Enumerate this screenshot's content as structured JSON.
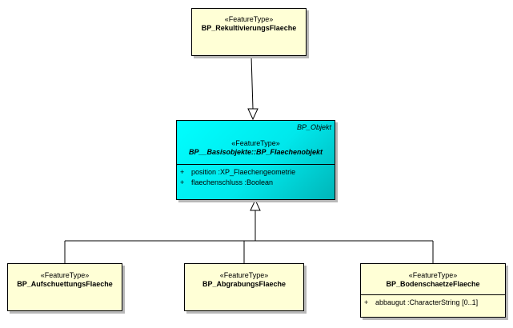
{
  "classes": {
    "rekultivierung": {
      "stereotype": "«FeatureType»",
      "name": "BP_RekultivierungsFlaeche"
    },
    "flaechenobjekt": {
      "namespace": "BP_Objekt",
      "stereotype": "«FeatureType»",
      "name": "BP__Basisobjekte::BP_Flaechenobjekt",
      "attributes": [
        {
          "visibility": "+",
          "text": "position  :XP_Flaechengeometrie"
        },
        {
          "visibility": "+",
          "text": "flaechenschluss  :Boolean"
        }
      ]
    },
    "aufschuettung": {
      "stereotype": "«FeatureType»",
      "name": "BP_AufschuettungsFlaeche"
    },
    "abgrabung": {
      "stereotype": "«FeatureType»",
      "name": "BP_AbgrabungsFlaeche"
    },
    "bodenschaetze": {
      "stereotype": "«FeatureType»",
      "name": "BP_BodenschaetzeFlaeche",
      "attributes": [
        {
          "visibility": "+",
          "text": "abbaugut  :CharacterString [0..1]"
        }
      ]
    }
  },
  "colors": {
    "class_fill": "#ffffd6",
    "highlight_fill": "#00ffff",
    "border": "#000000",
    "shadow": "#b8b8b8"
  }
}
